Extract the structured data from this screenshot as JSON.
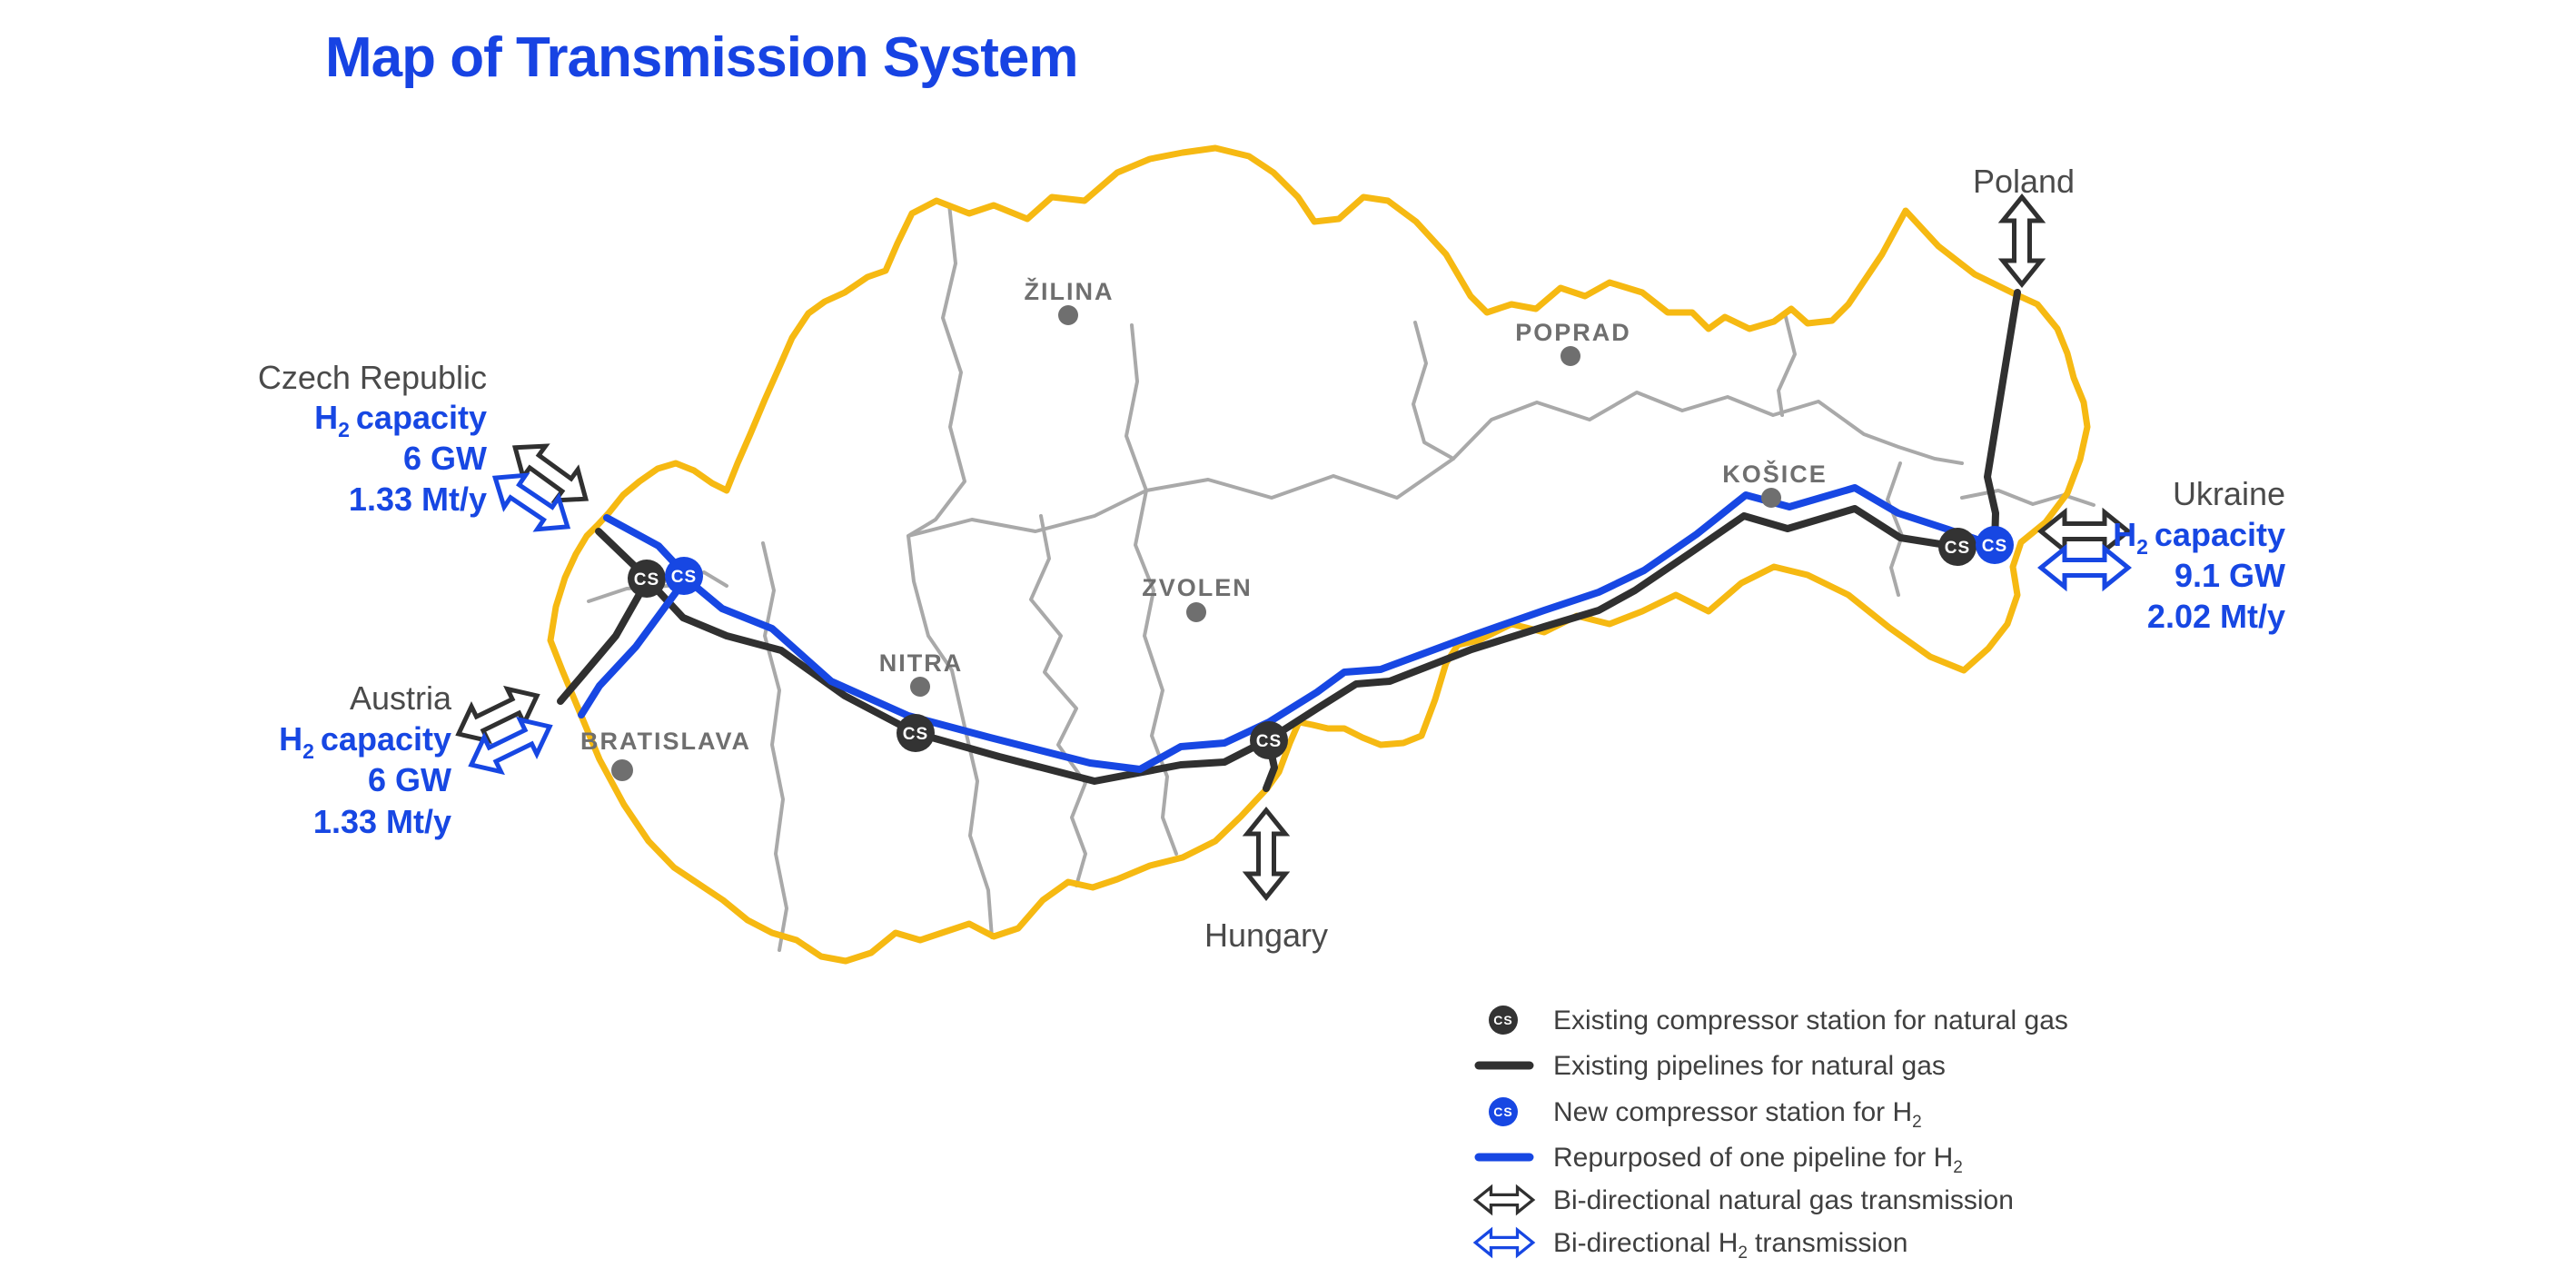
{
  "title": "Map of Transmission System",
  "colors": {
    "accent_blue": "#1747e3",
    "pipeline_black": "#303030",
    "border_yellow": "#f6b912",
    "region_gray": "#a9a9a9",
    "city_gray": "#6f6f6f",
    "country_gray": "#4a4a4a"
  },
  "map": {
    "cs_label": "CS",
    "cities": {
      "zilina": "ŽILINA",
      "poprad": "POPRAD",
      "kosice": "KOŠICE",
      "zvolen": "ZVOLEN",
      "nitra": "NITRA",
      "bratislava": "BRATISLAVA"
    },
    "countries": {
      "poland": "Poland",
      "hungary": "Hungary",
      "czech": "Czech Republic",
      "austria": "Austria",
      "ukraine": "Ukraine"
    }
  },
  "annotations": {
    "czech": {
      "pre": "H",
      "sub": "2",
      "post": "capacity",
      "gw": "6 GW",
      "mty": "1.33 Mt/y"
    },
    "austria": {
      "pre": "H",
      "sub": "2",
      "post": "capacity",
      "gw": "6 GW",
      "mty": "1.33 Mt/y"
    },
    "ukraine": {
      "pre": "H",
      "sub": "2",
      "post": "capacity",
      "gw": "9.1 GW",
      "mty": "2.02 Mt/y"
    }
  },
  "legend": {
    "rows": [
      {
        "pre": "Existing compressor station for natural gas",
        "sub": "",
        "post": ""
      },
      {
        "pre": "Existing pipelines for natural gas",
        "sub": "",
        "post": ""
      },
      {
        "pre": "New compressor station for H",
        "sub": "2",
        "post": ""
      },
      {
        "pre": "Repurposed of one pipeline for H",
        "sub": "2",
        "post": ""
      },
      {
        "pre": "Bi-directional natural gas transmission",
        "sub": "",
        "post": ""
      },
      {
        "pre": "Bi-directional H",
        "sub": "2",
        "post": "transmission"
      }
    ]
  }
}
